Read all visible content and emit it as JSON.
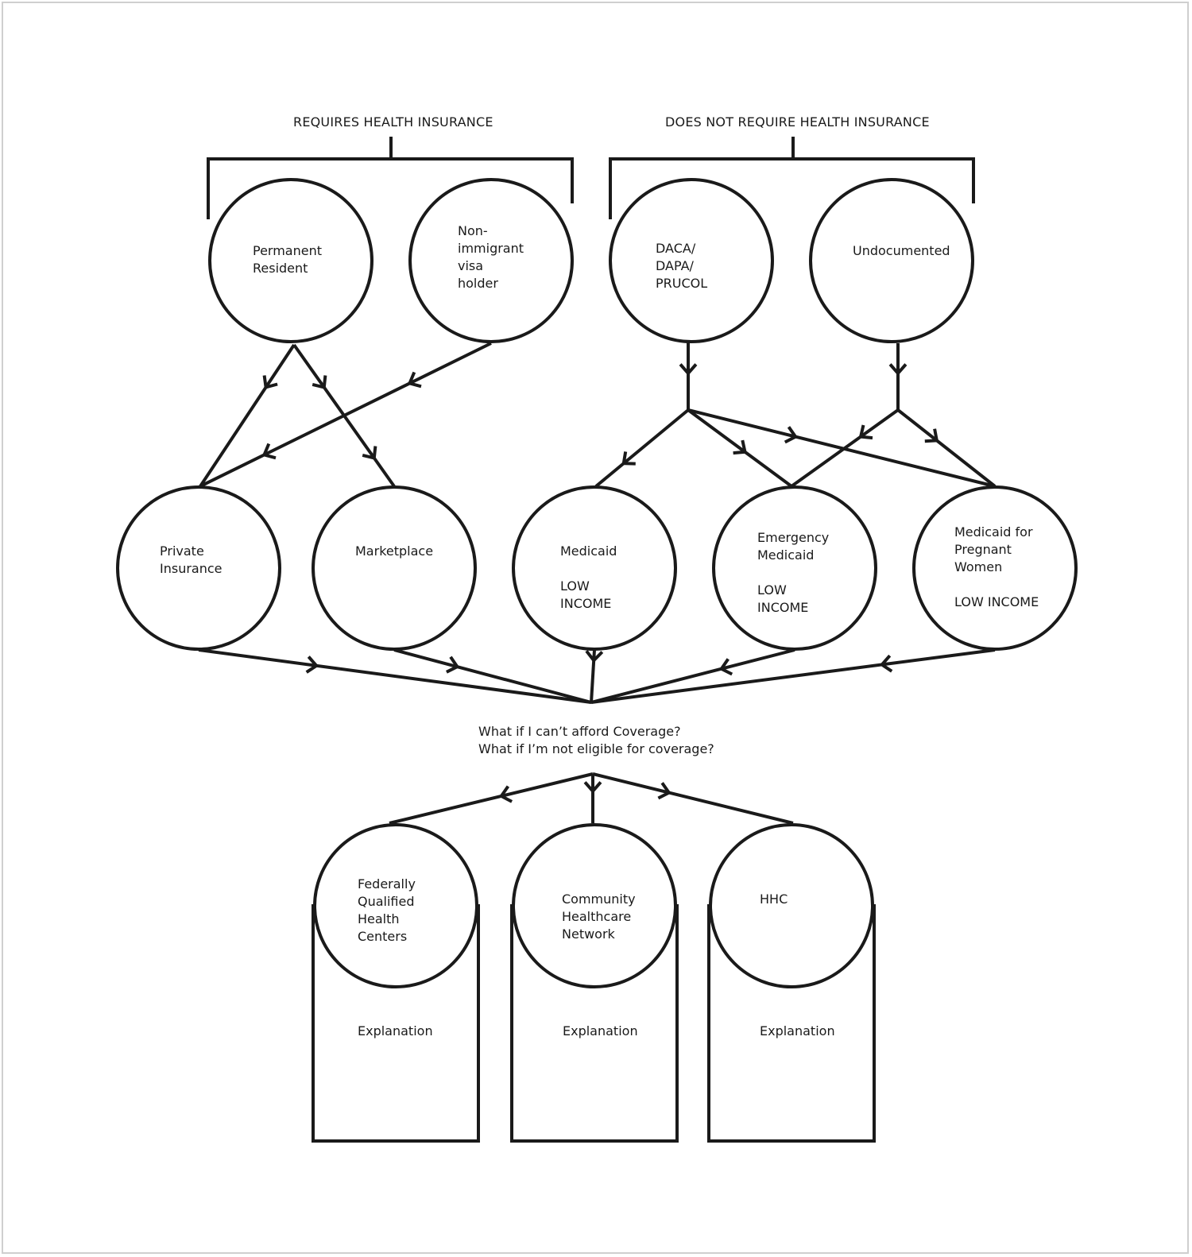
{
  "headers": {
    "requires": "REQUIRES  HEALTH  INSURANCE",
    "not_requires": "DOES NOT REQUIRE  HEALTH  INSURANCE"
  },
  "statuses": {
    "permanent_resident": "Permanent\nResident",
    "non_immigrant": "Non-\nimmigrant\nvisa\nholder",
    "daca": "DACA/\nDAPA/\nPRUCOL",
    "undocumented": "Undocumented"
  },
  "coverage": {
    "private": "Private\nInsurance",
    "marketplace": "Marketplace",
    "medicaid": "Medicaid\n\nLOW\nINCOME",
    "emergency": "Emergency\nMedicaid\n\nLOW\nINCOME",
    "pregnant": "Medicaid for\nPregnant\nWomen\n\nLOW INCOME"
  },
  "question": "What if I can’t afford Coverage?\nWhat if I’m not eligible for coverage?",
  "options": {
    "fqhc": "Federally\nQualified\nHealth\nCenters",
    "chn": "Community\nHealthcare\nNetwork",
    "hhc": "HHC"
  },
  "explanations": {
    "fqhc": "Explanation",
    "chn": "Explanation",
    "hhc": "Explanation"
  },
  "colors": {
    "stroke": "#1a1a1a",
    "border": "#cfcfcf"
  }
}
